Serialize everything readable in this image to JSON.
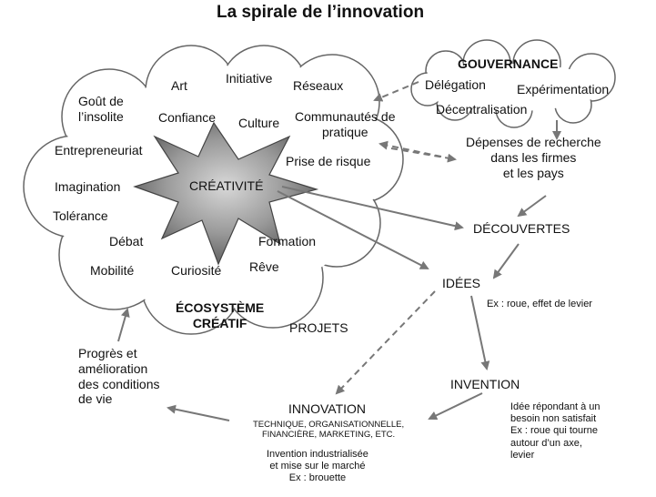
{
  "title": "La spirale de l’innovation",
  "cloud_labels": {
    "gout": "Goût de\nl’insolite",
    "art": "Art",
    "initiative": "Initiative",
    "reseaux": "Réseaux",
    "confiance": "Confiance",
    "culture": "Culture",
    "communautes": "Communautés de\npratique",
    "entrepreneuriat": "Entrepreneuriat",
    "prise_risque": "Prise de risque",
    "imagination": "Imagination",
    "creativite": "CRÉATIVITÉ",
    "tolerance": "Tolérance",
    "debat": "Débat",
    "formation": "Formation",
    "mobilite": "Mobilité",
    "curiosite": "Curiosité",
    "reve": "Rêve",
    "ecosysteme": "ÉCOSYSTÈME\nCRÉATIF"
  },
  "gouvernance": {
    "title": "GOUVERNANCE",
    "delegation": "Délégation",
    "experimentation": "Expérimentation",
    "decentralisation": "Décentralisation"
  },
  "nodes": {
    "depenses": "Dépenses de recherche\ndans les firmes\net les pays",
    "decouvertes": "DÉCOUVERTES",
    "idees": "IDÉES",
    "idees_ex": "Ex : roue, effet de levier",
    "projets": "PROJETS",
    "invention": "INVENTION",
    "invention_desc": "Idée répondant à un\nbesoin non satisfait\nEx : roue qui tourne\nautour d’un axe,\nlevier",
    "innovation": "INNOVATION",
    "innovation_types": "TECHNIQUE, ORGANISATIONNELLE,\nFINANCIÈRE, MARKETING, ETC.",
    "innovation_desc": "Invention industrialisée\net mise sur le marché\nEx : brouette",
    "progres": "Progrès et\namélioration\ndes conditions\nde vie"
  }
}
